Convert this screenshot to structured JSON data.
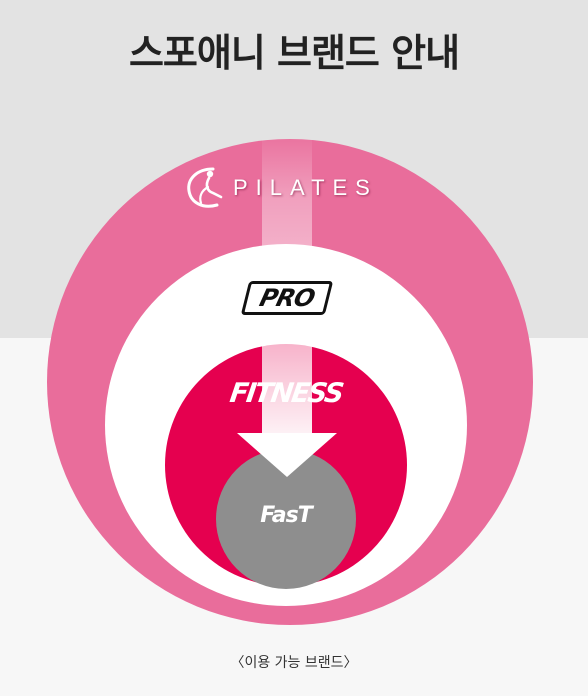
{
  "title": "스포애니 브랜드 안내",
  "brands": {
    "pilates": {
      "label": "PILATES",
      "emblem_icon": "pilates-emblem-icon",
      "color": "#e96d9b"
    },
    "pro": {
      "label": "PRO",
      "color": "#ffffff"
    },
    "fitness": {
      "label": "FITNESS",
      "color": "#e5004f"
    },
    "fast": {
      "label": "FasT",
      "color": "#8e8e8e"
    }
  },
  "caption": "〈이용 가능 브랜드〉"
}
